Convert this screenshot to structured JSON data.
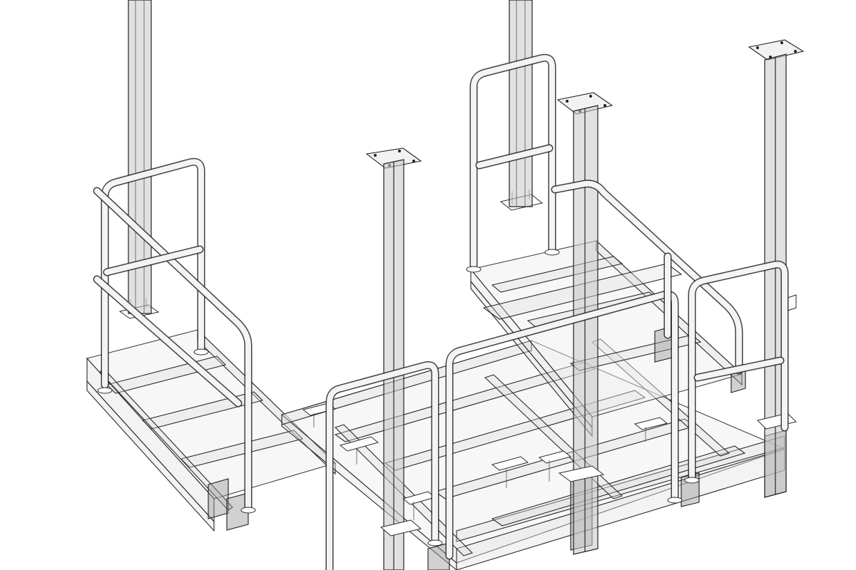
{
  "drawing": {
    "view": "isometric-wireframe",
    "subject": "steel-platform-with-handrails",
    "colors": {
      "background": "#ffffff",
      "line": "#2a2a2a",
      "fill": "#dcdcdc"
    },
    "components": [
      {
        "name": "left-walkway-frame"
      },
      {
        "name": "center-platform-frame"
      },
      {
        "name": "right-upper-platform-frame"
      },
      {
        "name": "left-handrail"
      },
      {
        "name": "center-left-handrail"
      },
      {
        "name": "center-right-handrail"
      },
      {
        "name": "upper-handrail"
      },
      {
        "name": "right-handrail"
      },
      {
        "name": "hanger-post-far-left"
      },
      {
        "name": "hanger-post-center"
      },
      {
        "name": "hanger-post-back"
      },
      {
        "name": "hanger-post-right-front"
      },
      {
        "name": "hanger-post-far-right"
      }
    ]
  }
}
